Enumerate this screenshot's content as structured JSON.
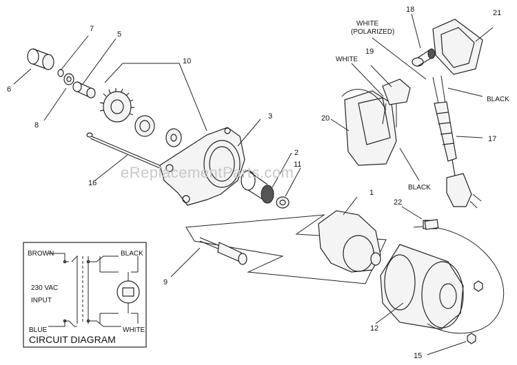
{
  "callouts": {
    "n1": "1",
    "n2": "2",
    "n3": "3",
    "n5": "5",
    "n6": "6",
    "n7": "7",
    "n8": "8",
    "n9": "9",
    "n10": "10",
    "n11": "11",
    "n12": "12",
    "n15": "15",
    "n16": "16",
    "n17": "17",
    "n18": "18",
    "n19": "19",
    "n20": "20",
    "n21": "21",
    "n22": "22"
  },
  "wire_labels": {
    "white_polarized_line1": "WHITE",
    "white_polarized_line2": "(POLARIZED)",
    "white": "WHITE",
    "black_plug": "BLACK",
    "black_switch": "BLACK"
  },
  "circuit_diagram": {
    "title": "CIRCUIT DIAGRAM",
    "brown": "BROWN",
    "black": "BLACK",
    "blue": "BLUE",
    "white": "WHITE",
    "input_line1": "230 VAC",
    "input_line2": "INPUT"
  },
  "watermark": "eReplacementParts.com"
}
